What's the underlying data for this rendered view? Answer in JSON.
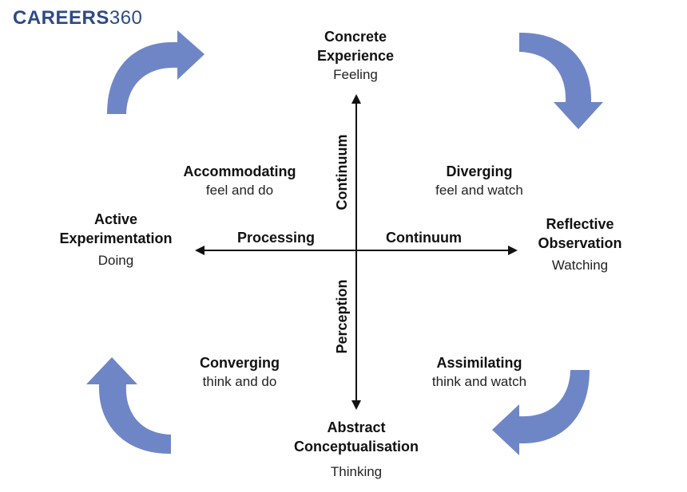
{
  "logo": {
    "word": "CAREERS",
    "number": "360"
  },
  "stages": {
    "concrete": {
      "title_line1": "Concrete",
      "title_line2": "Experience",
      "sub": "Feeling"
    },
    "reflective": {
      "title_line1": "Reflective",
      "title_line2": "Observation",
      "sub": "Watching"
    },
    "abstract": {
      "title_line1": "Abstract",
      "title_line2": "Conceptualisation",
      "sub": "Thinking"
    },
    "active": {
      "title_line1": "Active",
      "title_line2": "Experimentation",
      "sub": "Doing"
    }
  },
  "styles": {
    "accommodating": {
      "title": "Accommodating",
      "sub": "feel and do"
    },
    "diverging": {
      "title": "Diverging",
      "sub": "feel and watch"
    },
    "converging": {
      "title": "Converging",
      "sub": "think and do"
    },
    "assimilating": {
      "title": "Assimilating",
      "sub": "think and watch"
    }
  },
  "axes": {
    "horizontal_left": "Processing",
    "horizontal_right": "Continuum",
    "vertical_top": "Continuum",
    "vertical_bottom": "Perception"
  },
  "colors": {
    "arrow": "#6f86c6",
    "axis": "#111111",
    "brand": "#2e4a86"
  }
}
